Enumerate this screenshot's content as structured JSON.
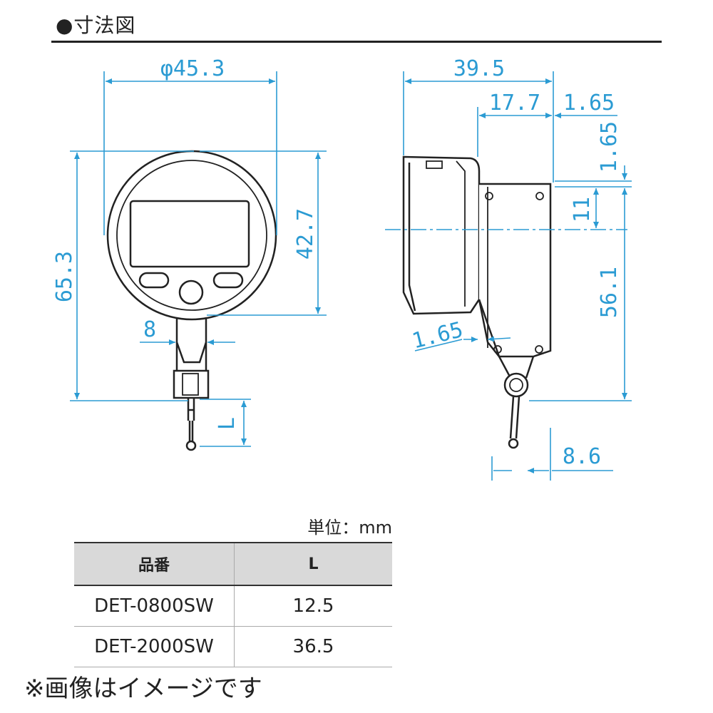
{
  "heading": "●寸法図",
  "dimensions": {
    "front_width": "φ45.3",
    "total_height": "65.3",
    "dial_height": "42.7",
    "stem_width": "8",
    "contact_length": "L",
    "side_depth": "39.5",
    "side_body": "17.7",
    "side_offset_top": "1.65",
    "side_offset_right": "1.65",
    "side_center": "11",
    "side_height": "56.1",
    "side_bottom_offset": "1.65",
    "side_tip_offset": "8.6"
  },
  "unit_label": "単位：mm",
  "table": {
    "headers": [
      "品番",
      "L"
    ],
    "rows": [
      [
        "DET-0800SW",
        "12.5"
      ],
      [
        "DET-2000SW",
        "36.5"
      ]
    ]
  },
  "note": "※画像はイメージです",
  "colors": {
    "dimension": "#2b9bd3",
    "outline": "#222222",
    "header_bg": "#d9d9d9"
  }
}
